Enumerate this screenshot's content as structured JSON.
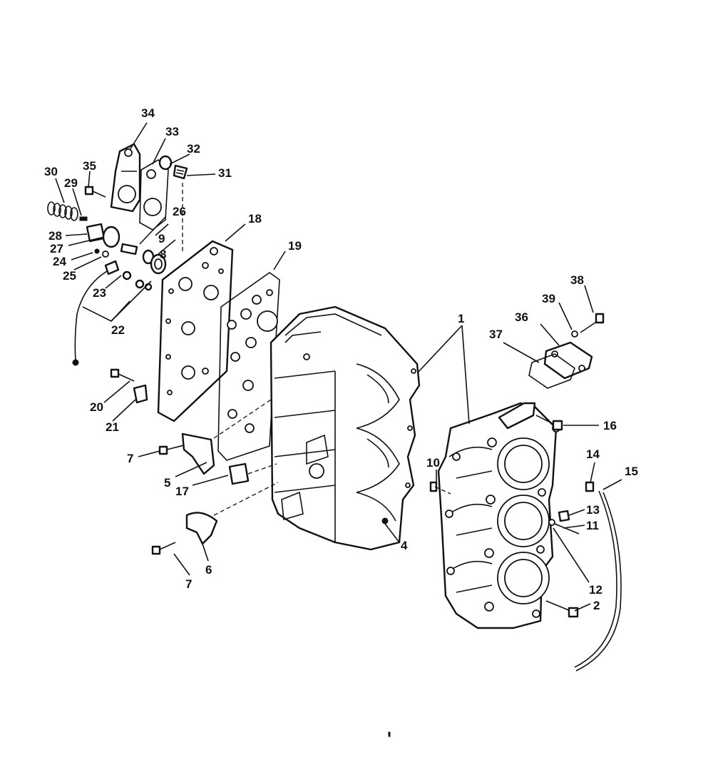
{
  "callouts": {
    "c1": "1",
    "c2": "2",
    "c4": "4",
    "c5": "5",
    "c6": "6",
    "c7a": "7",
    "c7b": "7",
    "c8": "8",
    "c9": "9",
    "c10": "10",
    "c11": "11",
    "c12": "12",
    "c13": "13",
    "c14": "14",
    "c15": "15",
    "c16": "16",
    "c17": "17",
    "c18": "18",
    "c19": "19",
    "c20": "20",
    "c21": "21",
    "c22": "22",
    "c23": "23",
    "c24": "24",
    "c25": "25",
    "c26": "26",
    "c27": "27",
    "c28": "28",
    "c29": "29",
    "c30": "30",
    "c31": "31",
    "c32": "32",
    "c33": "33",
    "c34": "34",
    "c35": "35",
    "c36": "36",
    "c37": "37",
    "c38": "38",
    "c39": "39"
  }
}
